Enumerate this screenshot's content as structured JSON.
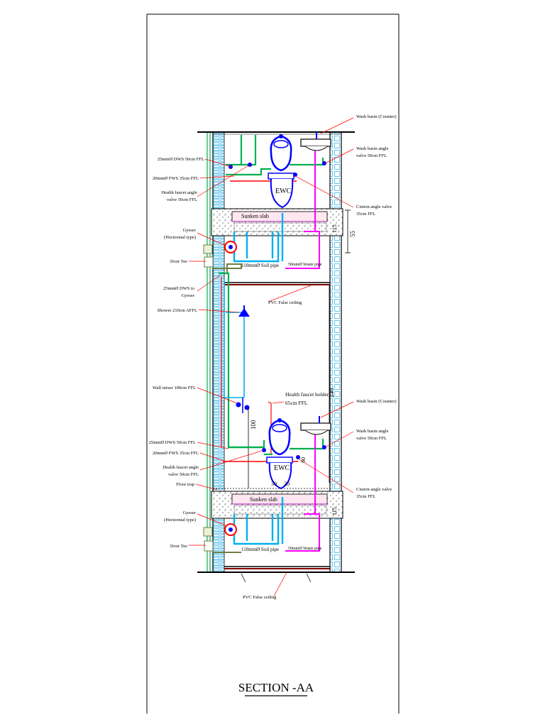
{
  "title": "SECTION -AA",
  "upper_floor": {
    "labels_left": {
      "dws": "25mmØ DWS 50cm FFL",
      "fws": "20mmØ FWS 35cm FFL",
      "health_faucet_l1": "Health faucet angle",
      "health_faucet_l2": "valve 50cm FFL",
      "geyser_l1": "Gyeser",
      "geyser_l2": "(Horizontal type)",
      "door_tee": "Door Tee",
      "dws_geyser_l1": "25mmØ DWS to",
      "dws_geyser_l2": "Gyeser",
      "shower": "Shower 210cm AFFL"
    },
    "labels_right": {
      "wash_basin": "Wash basin (Counter)",
      "basin_valve_l1": "Wash basin  angle",
      "basin_valve_l2": "valve 50cm FFL",
      "cistern_l1": "Cistern angle valve",
      "cistern_l2": "35cm FFL",
      "false_ceiling": "PVC False ceiling"
    },
    "inline": {
      "ewc": "EWC",
      "sunken_slab": "Sunken slab",
      "soil_pipe": "110mmØ Soil pipe",
      "waste_pipe": "50mmØ Waste pipe",
      "dim_55": "55",
      "dim_115": "115"
    }
  },
  "lower_floor": {
    "labels_left": {
      "wall_mixer": "Wall mixer 100cm FFL",
      "dws": "25mmØ DWS 50cm FFL",
      "fws": "20mmØ FWS 35cm FFL",
      "health_faucet_l1": "Health faucet angle",
      "health_faucet_l2": "valve 50cm FFL",
      "floor_trap": "Floor trap",
      "geyser_l1": "Gyeser",
      "geyser_l2": "(Horizontal type)",
      "door_tee": "Door Tee"
    },
    "labels_right": {
      "holder_l1": "Health faucet holder",
      "holder_l2": "65cm FFL",
      "wash_basin": "Wash basin (Counter)",
      "basin_valve_l1": "Wash basin  angle",
      "basin_valve_l2": "valve 50cm FFL",
      "cistern_l1": "Cistern angle valve",
      "cistern_l2": "35cm FFL"
    },
    "inline": {
      "ewc": "EWC",
      "sunken_slab": "Sunken slab",
      "soil_pipe": "110mmØ Soil pipe",
      "waste_pipe": "50mmØ Waste pipe",
      "dim_240": "240",
      "dim_100": "100",
      "dim_80": "80",
      "dim_30": "30",
      "dim_20": "20",
      "dim_115": "115"
    },
    "false_ceiling": "PVC False ceiling"
  },
  "colors": {
    "cold_water": "#00b050",
    "hot_water": "#ff0000",
    "waste": "#ff00ff",
    "soil": "#00b0f0",
    "fixture": "#0000ff",
    "leader": "#ff0000"
  }
}
